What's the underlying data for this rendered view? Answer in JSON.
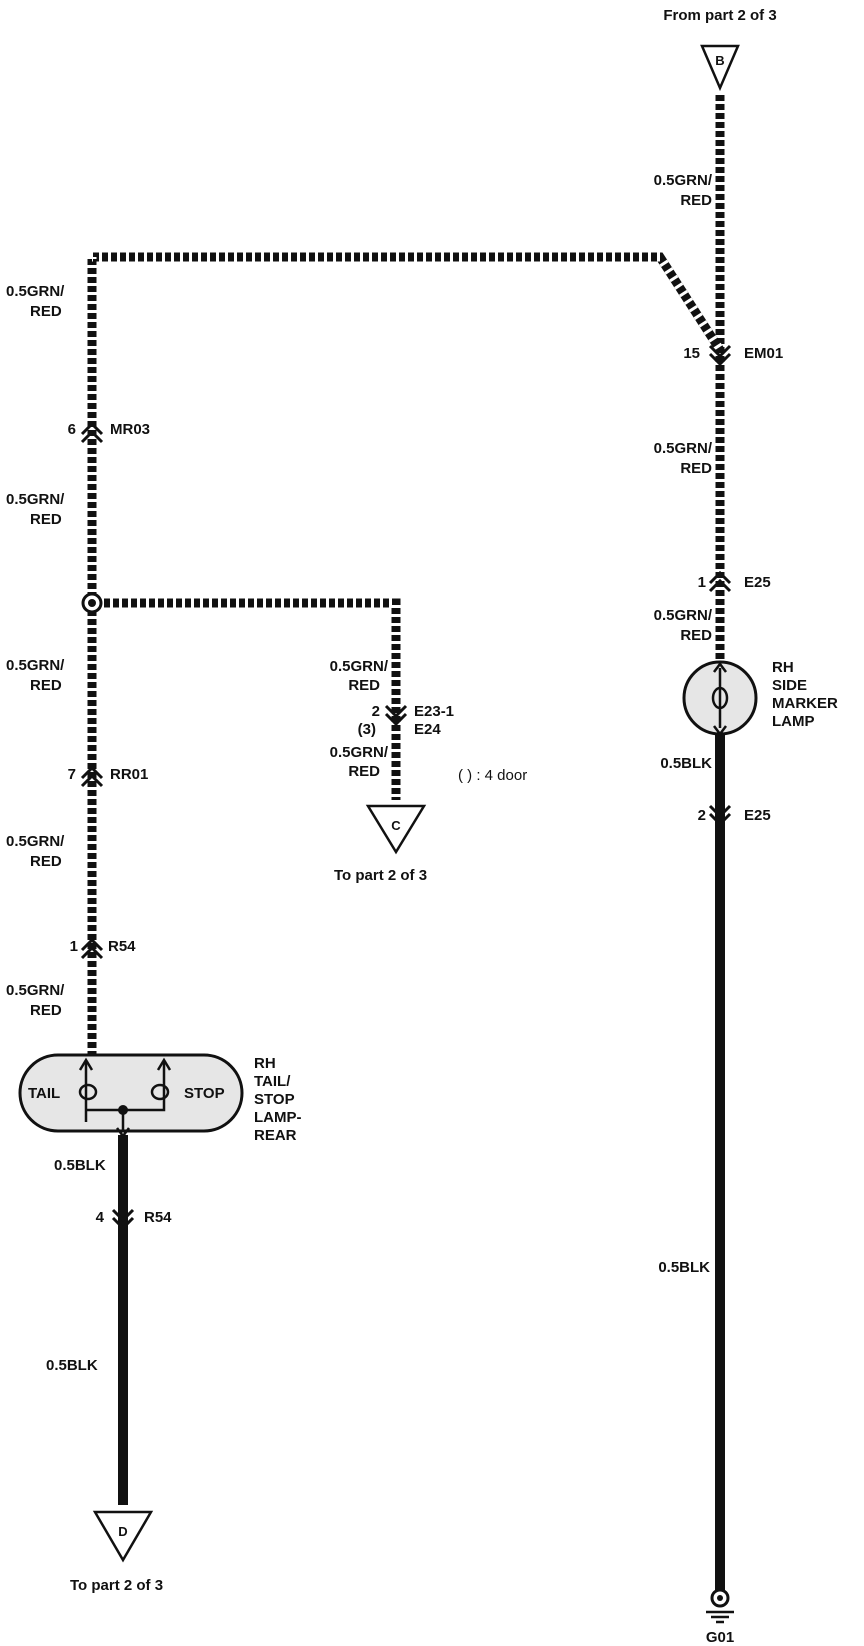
{
  "colors": {
    "ink": "#111111",
    "lamp_fill": "#e6e6e6",
    "paper": "#ffffff"
  },
  "top_ref": {
    "from_label": "From part 2 of 3",
    "connector_letter": "B"
  },
  "wire_labels": {
    "grn_red_line1": "0.5GRN/",
    "grn_red_line2": "RED",
    "blk": "0.5BLK"
  },
  "connectors": {
    "em01": {
      "pin": "15",
      "name": "EM01"
    },
    "mr03": {
      "pin": "6",
      "name": "MR03"
    },
    "e25_top": {
      "pin": "1",
      "name": "E25"
    },
    "e25_bottom": {
      "pin": "2",
      "name": "E25"
    },
    "e23": {
      "pin": "2",
      "name": "E23-1",
      "alt_pin": "(3)",
      "alt_name": "E24"
    },
    "rr01": {
      "pin": "7",
      "name": "RR01"
    },
    "r54_top": {
      "pin": "1",
      "name": "R54"
    },
    "r54_bottom": {
      "pin": "4",
      "name": "R54"
    }
  },
  "note": "( ) : 4 door",
  "side_marker": {
    "line1": "RH",
    "line2": "SIDE",
    "line3": "MARKER",
    "line4": "LAMP"
  },
  "tail_lamp": {
    "tail": "TAIL",
    "stop": "STOP",
    "line1": "RH",
    "line2": "TAIL/",
    "line3": "STOP",
    "line4": "LAMP-",
    "line5": "REAR"
  },
  "ref_c": {
    "letter": "C",
    "label": "To part 2 of 3"
  },
  "ref_d": {
    "letter": "D",
    "label": "To part 2 of 3"
  },
  "ground": {
    "name": "G01"
  }
}
